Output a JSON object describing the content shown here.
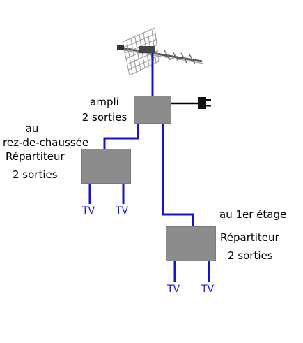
{
  "amp": {
    "label_line1": "ampli",
    "label_line2": "2 sorties"
  },
  "ground_floor": {
    "label_line1": "au",
    "label_line2": "rez-de-chaussée",
    "splitter_line1": "Répartiteur",
    "splitter_line2": "2 sorties",
    "outputs": [
      "TV",
      "TV"
    ]
  },
  "first_floor": {
    "label": "au 1er étage",
    "splitter_line1": "Répartiteur",
    "splitter_line2": "2 sorties",
    "outputs": [
      "TV",
      "TV"
    ]
  },
  "colors": {
    "cable": "#1414c8",
    "power_cord": "#000000",
    "device": "#8c8c8c",
    "tv_text": "#1818c8"
  },
  "icons": {
    "antenna": "antenna-icon",
    "plug": "power-plug-icon"
  }
}
